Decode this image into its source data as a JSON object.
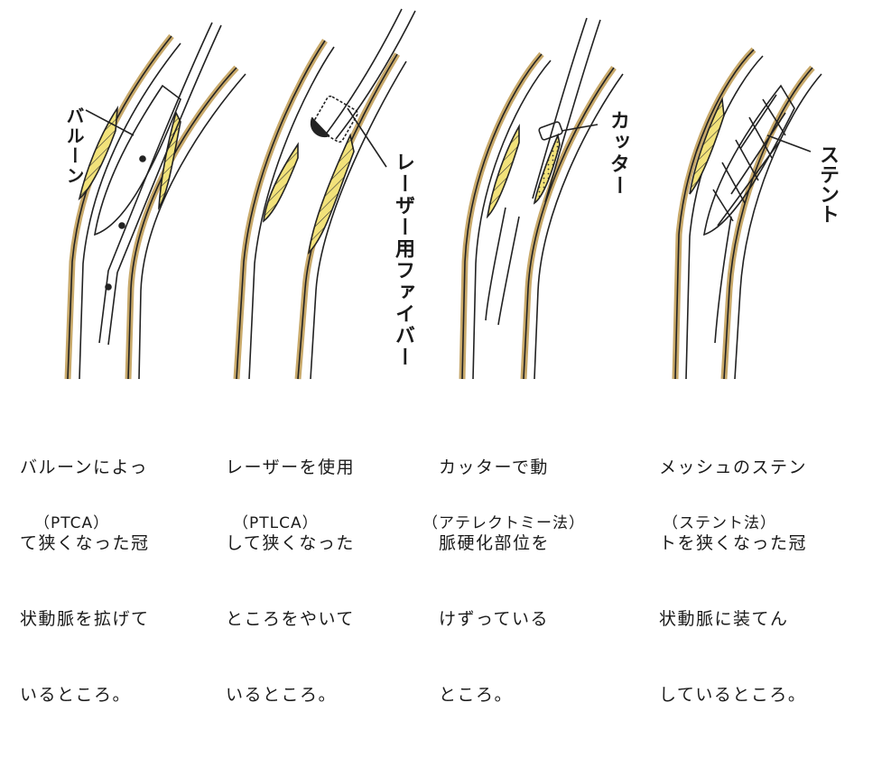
{
  "panels": [
    {
      "callout": "バルーン",
      "caption_lines": [
        "バルーンによっ",
        "て狭くなった冠",
        "状動脈を拡げて",
        "いるところ。"
      ],
      "method": "（PTCA）"
    },
    {
      "callout": "レーザー用ファイバー",
      "caption_lines": [
        "レーザーを使用",
        "して狭くなった",
        "ところをやいて",
        "いるところ。"
      ],
      "method": "（PTLCA）"
    },
    {
      "callout": "カッター",
      "caption_lines": [
        "カッターで動",
        "脈硬化部位を",
        "けずっている",
        "ところ。"
      ],
      "method": "（アテレクトミー法）"
    },
    {
      "callout": "ステント",
      "caption_lines": [
        "メッシュのステン",
        "トを狭くなった冠",
        "状動脈に装てん",
        "しているところ。"
      ],
      "method": "（ステント法）"
    }
  ],
  "colors": {
    "vessel_wall": "#c8a96a",
    "plaque": "#f2e27a",
    "ink": "#1a1a1a"
  }
}
